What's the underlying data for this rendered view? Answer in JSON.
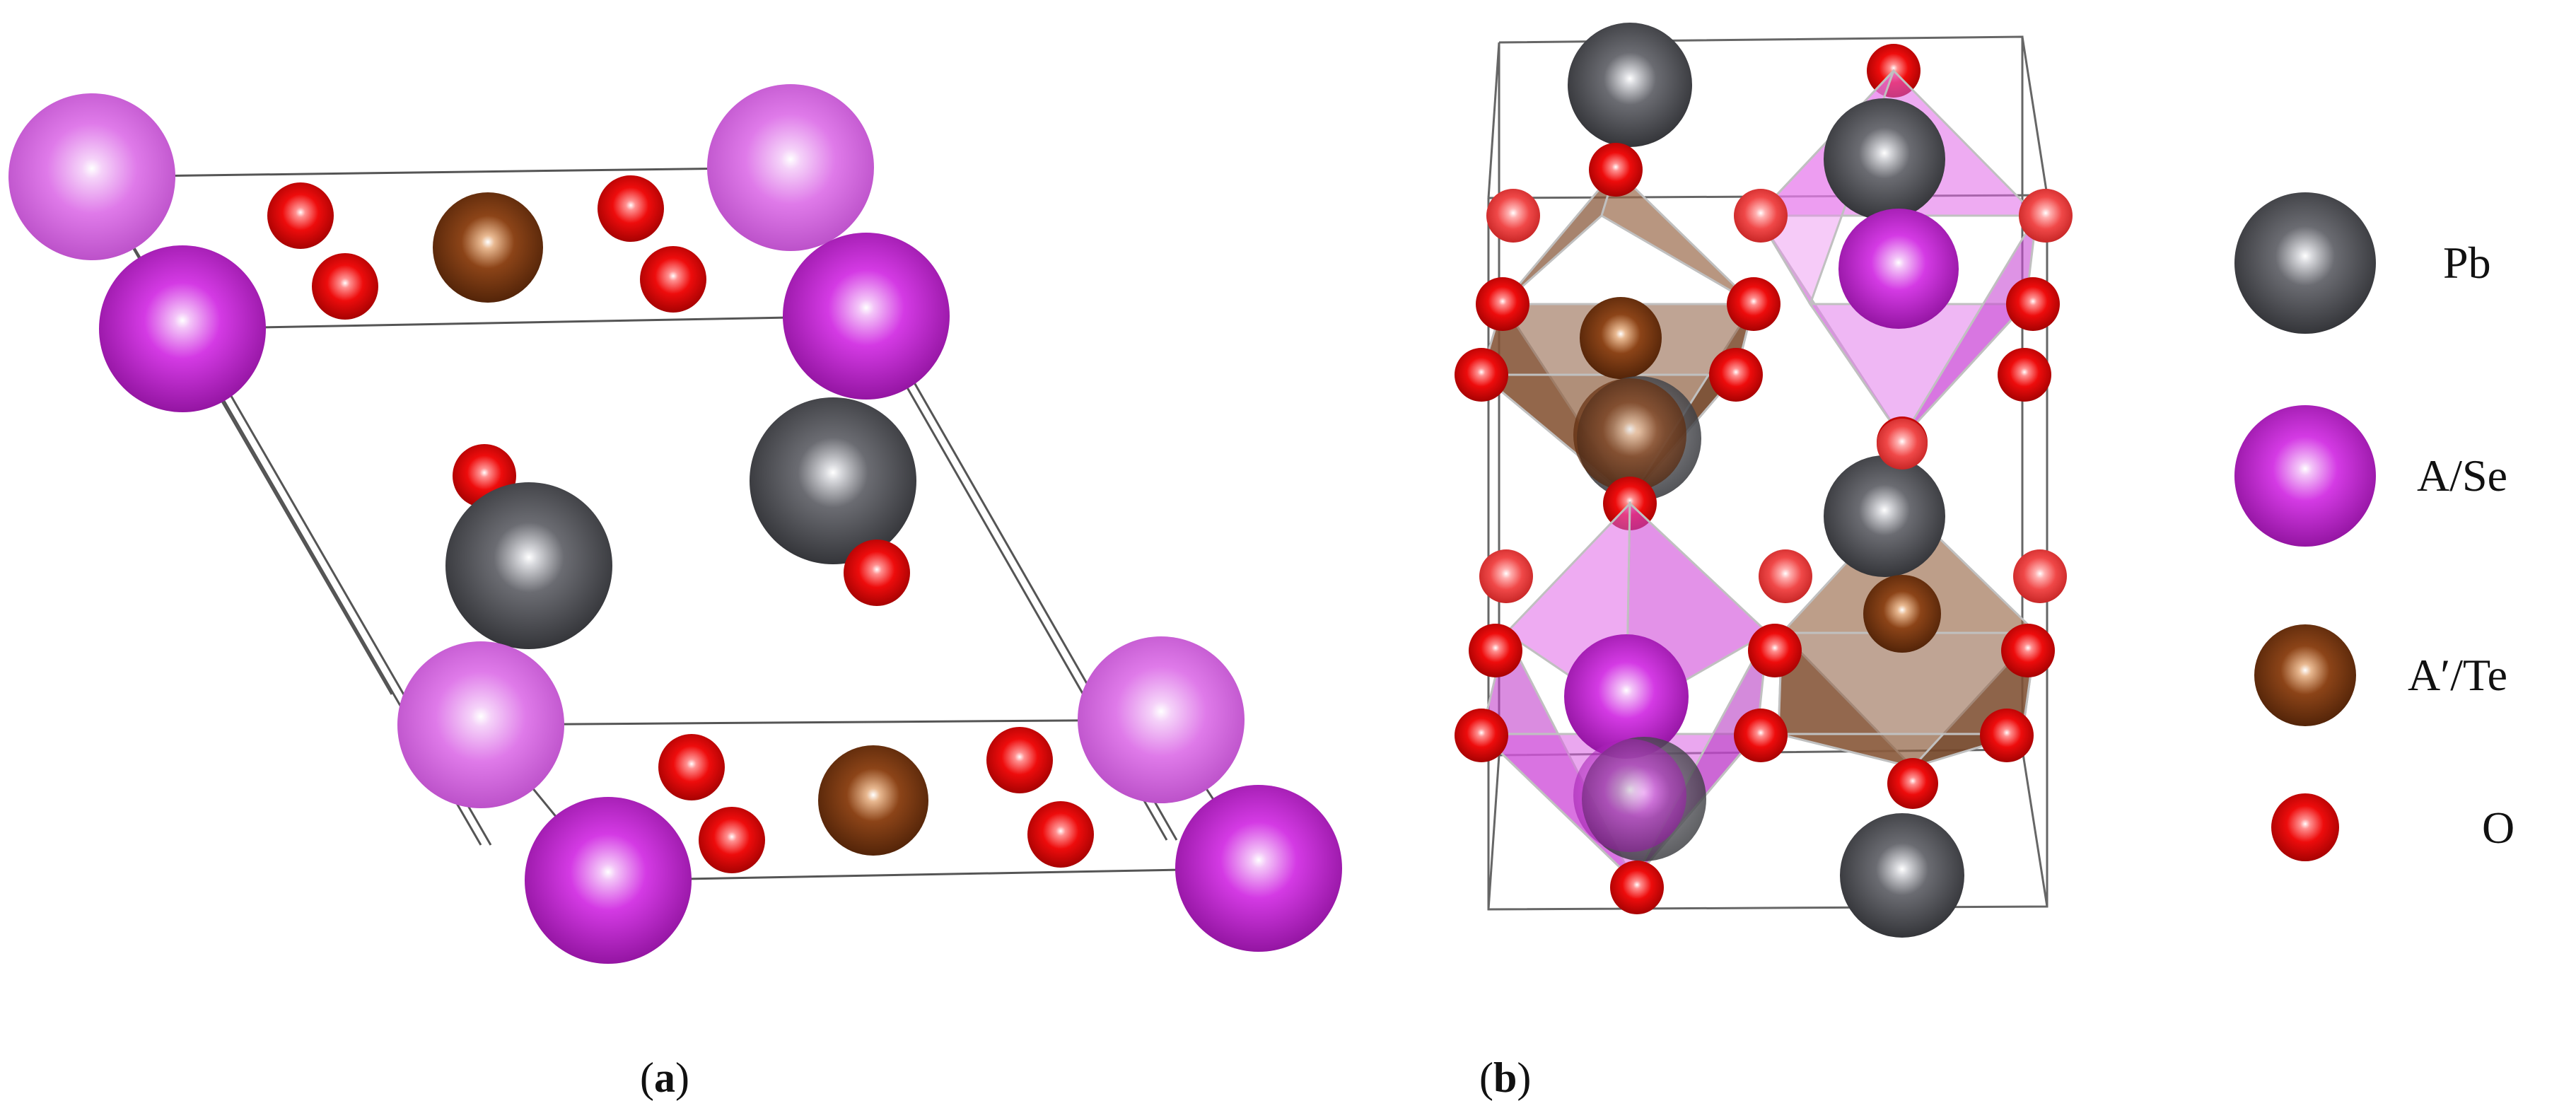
{
  "panels": [
    {
      "id": "a",
      "label_letter": "a"
    },
    {
      "id": "b",
      "label_letter": "b"
    }
  ],
  "legend": [
    {
      "element": "Pb",
      "color": "#4b4c52"
    },
    {
      "element": "A/Se",
      "color": "#c51ed6"
    },
    {
      "element": "A′/Te",
      "color": "#7a3a12"
    },
    {
      "element": "O",
      "color": "#e00000"
    }
  ],
  "colors": {
    "pb": "#4b4c52",
    "a_se": "#c51ed6",
    "a_se_light": "#d75fe3",
    "a_te": "#7a3a12",
    "oxygen": "#e00000",
    "octahedron_brown": "#8a5a3c",
    "octahedron_pink": "#e066e8",
    "cell_edge": "#555555"
  }
}
